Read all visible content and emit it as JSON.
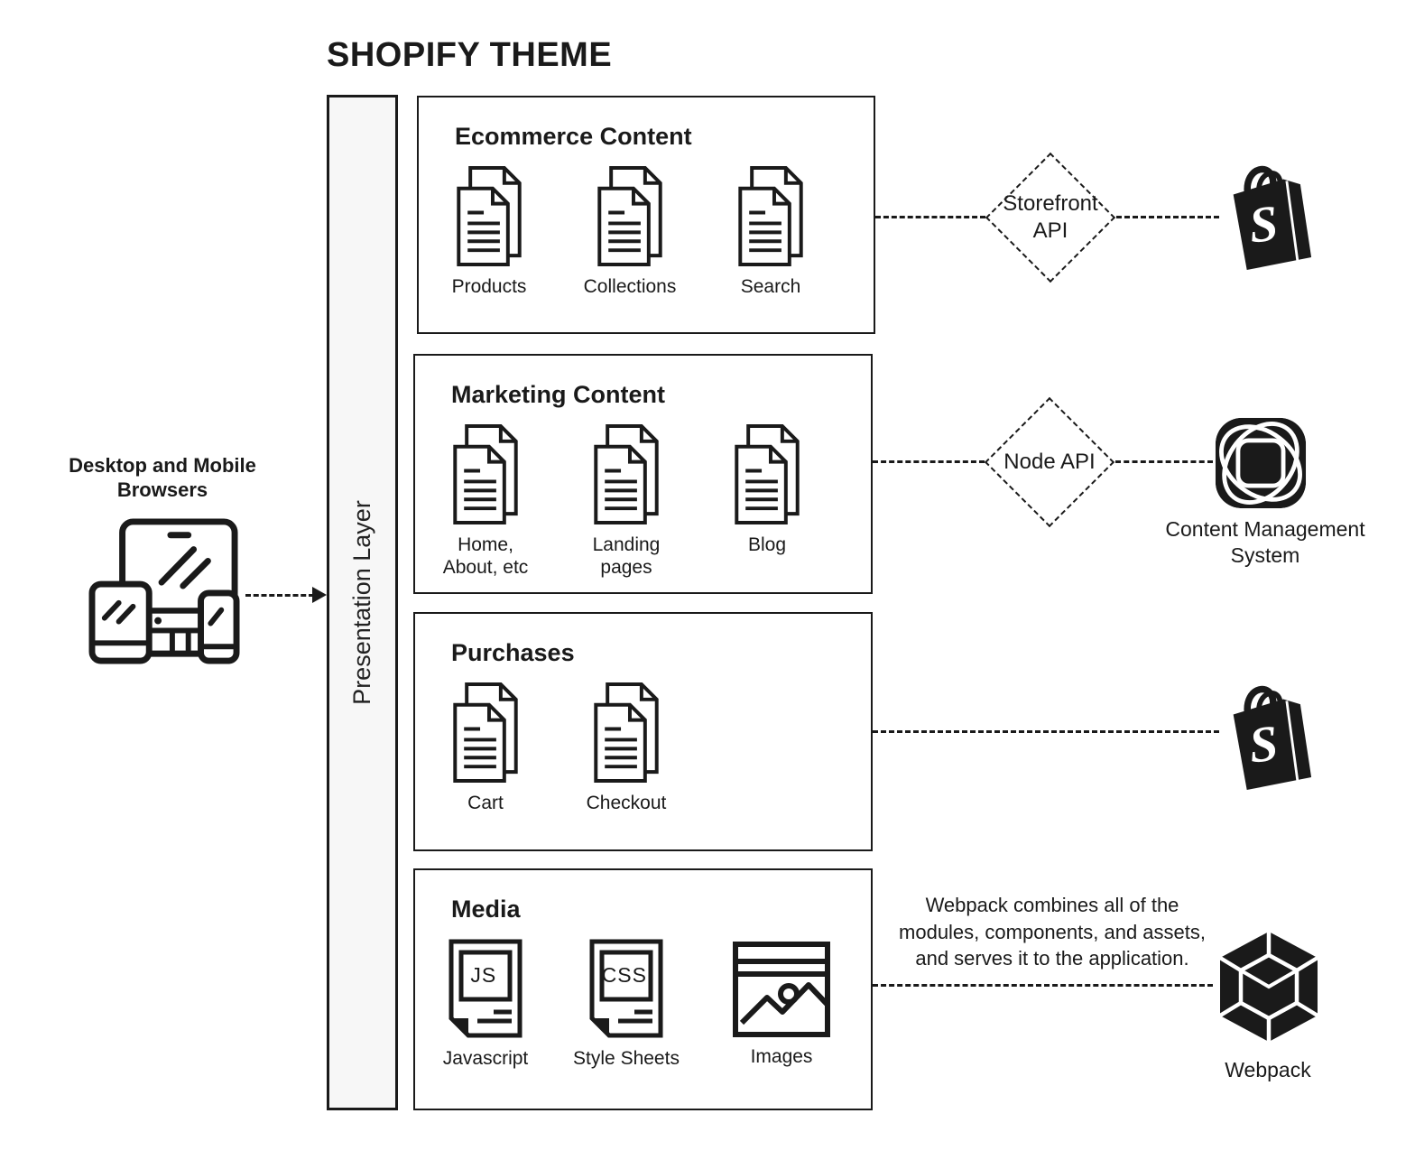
{
  "title": "SHOPIFY THEME",
  "presentation_layer_label": "Presentation Layer",
  "browsers_label": "Desktop and Mobile\nBrowsers",
  "sections": [
    {
      "title": "Ecommerce Content",
      "items": [
        {
          "label": "Products"
        },
        {
          "label": "Collections"
        },
        {
          "label": "Search"
        }
      ]
    },
    {
      "title": "Marketing Content",
      "items": [
        {
          "label": "Home,\nAbout, etc"
        },
        {
          "label": "Landing\npages"
        },
        {
          "label": "Blog"
        }
      ]
    },
    {
      "title": "Purchases",
      "items": [
        {
          "label": "Cart"
        },
        {
          "label": "Checkout"
        }
      ]
    },
    {
      "title": "Media",
      "items": [
        {
          "label": "Javascript"
        },
        {
          "label": "Style Sheets"
        },
        {
          "label": "Images"
        }
      ]
    }
  ],
  "media_badges": {
    "js": "JS",
    "css": "CSS"
  },
  "api_nodes": [
    {
      "label": "Storefront API"
    },
    {
      "label": "Node API"
    }
  ],
  "endpoints": {
    "shopify_s": "S",
    "cms_label": "Content Management\nSystem",
    "webpack_label": "Webpack",
    "webpack_note": "Webpack combines all of the\nmodules, components, and assets,\nand serves it to the application."
  },
  "colors": {
    "ink": "#1a1a1a",
    "bar_fill": "#f7f7f7",
    "background": "#ffffff"
  }
}
